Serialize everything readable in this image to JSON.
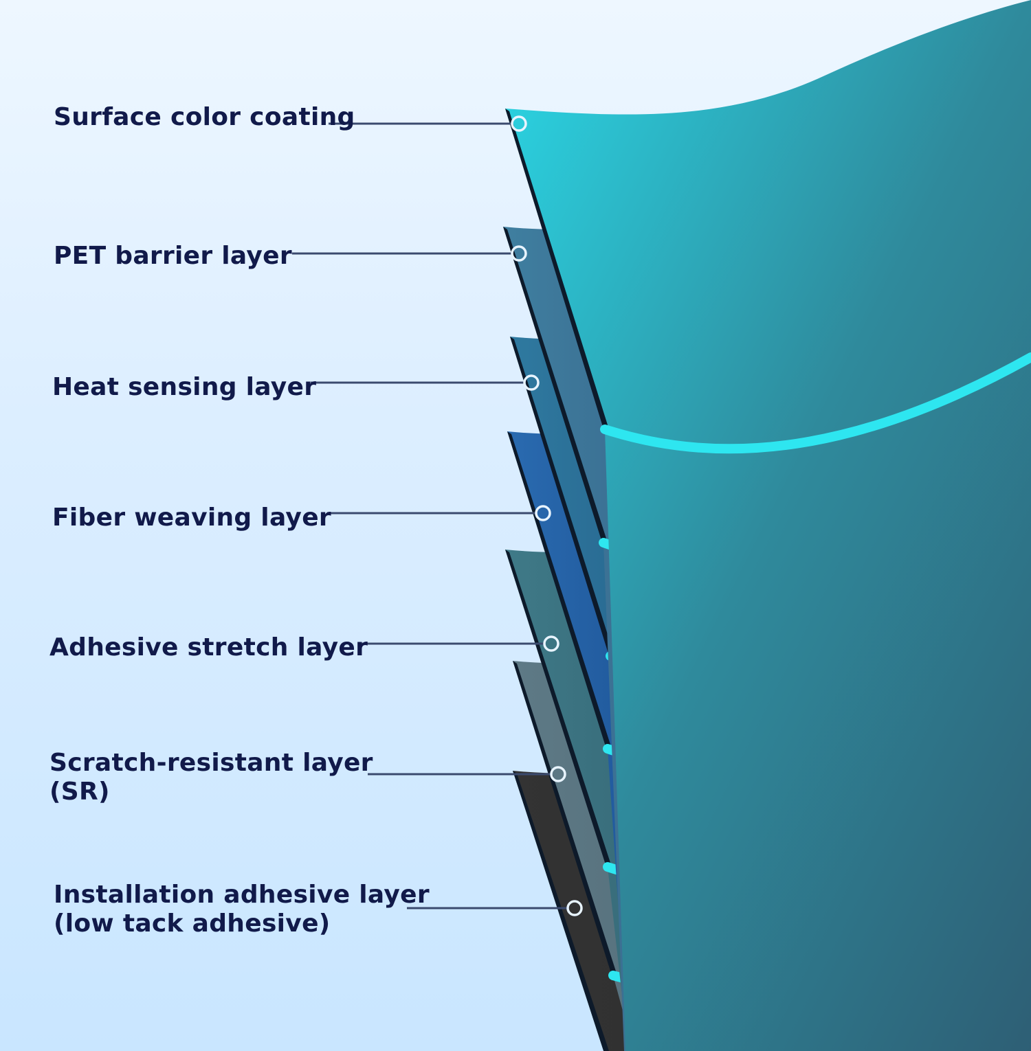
{
  "layers": [
    {
      "id": "surface",
      "label_lines": [
        "Surface color coating"
      ]
    },
    {
      "id": "pet",
      "label_lines": [
        "PET barrier layer"
      ]
    },
    {
      "id": "heat",
      "label_lines": [
        "Heat sensing layer"
      ]
    },
    {
      "id": "fiber",
      "label_lines": [
        "Fiber weaving layer"
      ]
    },
    {
      "id": "adhesive-stretch",
      "label_lines": [
        "Adhesive stretch layer"
      ]
    },
    {
      "id": "scratch",
      "label_lines": [
        "Scratch-resistant layer",
        "(SR)"
      ]
    },
    {
      "id": "installation",
      "label_lines": [
        "Installation adhesive layer",
        "(low tack adhesive)"
      ]
    }
  ],
  "colors": {
    "label_text": "#111a4a",
    "leader_line": "#3a4a6e",
    "edge_highlight": "#2ee6f0",
    "layer_dark_edge": "#0d1a2a",
    "surface": "#2fa6b4",
    "pet": "#3d6f92",
    "heat": "#2f6790",
    "fiber": "#1f4f9a",
    "adhesive_stretch": "#3f6a78",
    "scratch": "#5b7480",
    "installation": "#2a2a2a"
  }
}
